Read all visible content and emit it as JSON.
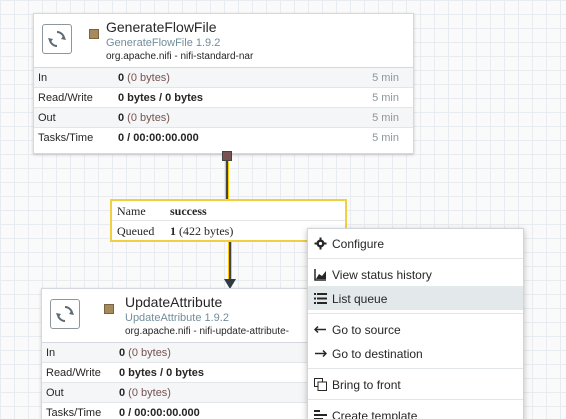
{
  "processors": [
    {
      "name": "GenerateFlowFile",
      "type": "GenerateFlowFile 1.9.2",
      "bundle": "org.apache.nifi - nifi-standard-nar",
      "stats": [
        {
          "label": "In",
          "count": "0",
          "detail": " (0 bytes)",
          "time": "5 min"
        },
        {
          "label": "Read/Write",
          "count": "0 bytes / 0 bytes",
          "detail": "",
          "time": "5 min"
        },
        {
          "label": "Out",
          "count": "0",
          "detail": " (0 bytes)",
          "time": "5 min"
        },
        {
          "label": "Tasks/Time",
          "count": "0 / 00:00:00.000",
          "detail": "",
          "time": "5 min"
        }
      ]
    },
    {
      "name": "UpdateAttribute",
      "type": "UpdateAttribute 1.9.2",
      "bundle": "org.apache.nifi - nifi-update-attribute-",
      "stats": [
        {
          "label": "In",
          "count": "0",
          "detail": " (0 bytes)"
        },
        {
          "label": "Read/Write",
          "count": "0 bytes / 0 bytes",
          "detail": ""
        },
        {
          "label": "Out",
          "count": "0",
          "detail": " (0 bytes)"
        },
        {
          "label": "Tasks/Time",
          "count": "0 / 00:00:00.000",
          "detail": ""
        }
      ]
    }
  ],
  "connection": {
    "name_label": "Name",
    "name_value": "success",
    "queued_label": "Queued",
    "queued_count": "1",
    "queued_bytes": " (422 bytes)"
  },
  "context_menu": {
    "items": [
      {
        "label": "Configure",
        "icon": "gear-icon"
      },
      {
        "label": "View status history",
        "icon": "chart-icon"
      },
      {
        "label": "List queue",
        "icon": "list-icon",
        "highlighted": true
      },
      {
        "label": "Go to source",
        "icon": "arrow-left-icon"
      },
      {
        "label": "Go to destination",
        "icon": "arrow-right-icon"
      },
      {
        "label": "Bring to front",
        "icon": "bring-front-icon"
      },
      {
        "label": "Create template",
        "icon": "template-icon"
      }
    ]
  },
  "colors": {
    "canvas_bg": "#fafafa",
    "selection": "#f0cf41",
    "stopped_status": "#a68a5c",
    "menu_highlight": "#e3e8eb"
  }
}
